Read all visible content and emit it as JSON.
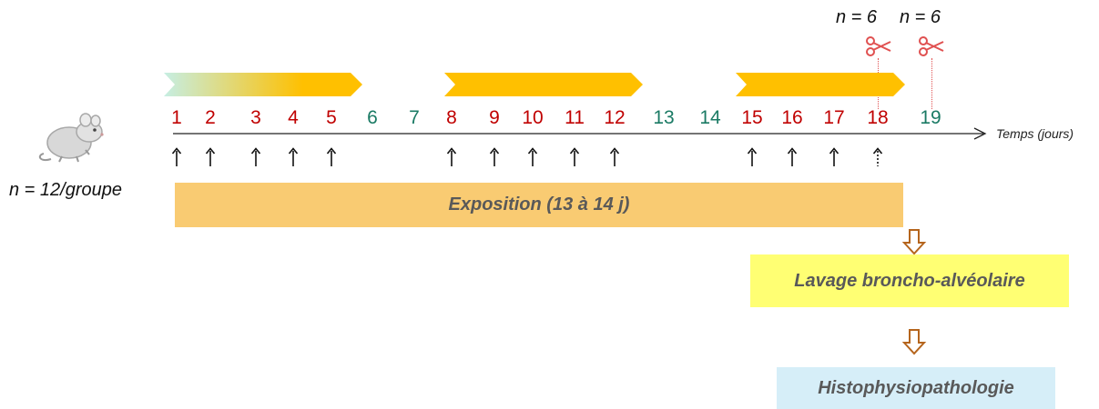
{
  "group_n": "n = 12/groupe",
  "sample_points": [
    {
      "label": "n = 6",
      "day": "18"
    },
    {
      "label": "n = 6",
      "day": "19"
    }
  ],
  "timeline": {
    "axis_label": "Temps (jours)",
    "days": [
      {
        "label": "1",
        "color": "#c00000",
        "exposed": true
      },
      {
        "label": "2",
        "color": "#c00000",
        "exposed": true
      },
      {
        "label": "3",
        "color": "#c00000",
        "exposed": true
      },
      {
        "label": "4",
        "color": "#c00000",
        "exposed": true
      },
      {
        "label": "5",
        "color": "#c00000",
        "exposed": true
      },
      {
        "label": "6",
        "color": "#1a7a64",
        "exposed": false
      },
      {
        "label": "7",
        "color": "#1a7a64",
        "exposed": false
      },
      {
        "label": "8",
        "color": "#c00000",
        "exposed": true
      },
      {
        "label": "9",
        "color": "#c00000",
        "exposed": true
      },
      {
        "label": "10",
        "color": "#c00000",
        "exposed": true
      },
      {
        "label": "11",
        "color": "#c00000",
        "exposed": true
      },
      {
        "label": "12",
        "color": "#c00000",
        "exposed": true
      },
      {
        "label": "13",
        "color": "#1a7a64",
        "exposed": false
      },
      {
        "label": "14",
        "color": "#1a7a64",
        "exposed": false
      },
      {
        "label": "15",
        "color": "#c00000",
        "exposed": true
      },
      {
        "label": "16",
        "color": "#c00000",
        "exposed": true
      },
      {
        "label": "17",
        "color": "#c00000",
        "exposed": true
      },
      {
        "label": "18",
        "color": "#c00000",
        "exposed": "dotted"
      },
      {
        "label": "19",
        "color": "#1a7a64",
        "exposed": false
      }
    ]
  },
  "exposure_bar": {
    "label": "Exposition (13 à 14 j)",
    "color": "#f9cb72"
  },
  "step1": {
    "label": "Lavage broncho-alvéolaire",
    "color": "#ffff73"
  },
  "step2": {
    "label": "Histophysiopathologie",
    "color": "#d6eef8"
  },
  "colors": {
    "chevron": "#ffc000",
    "chevron_start": "#c6eee3",
    "scissors": "#e05050",
    "arrow_down": "#b5651d"
  },
  "icons": [
    "mouse-icon",
    "scissors-icon",
    "up-arrow-icon",
    "down-arrow-icon"
  ]
}
